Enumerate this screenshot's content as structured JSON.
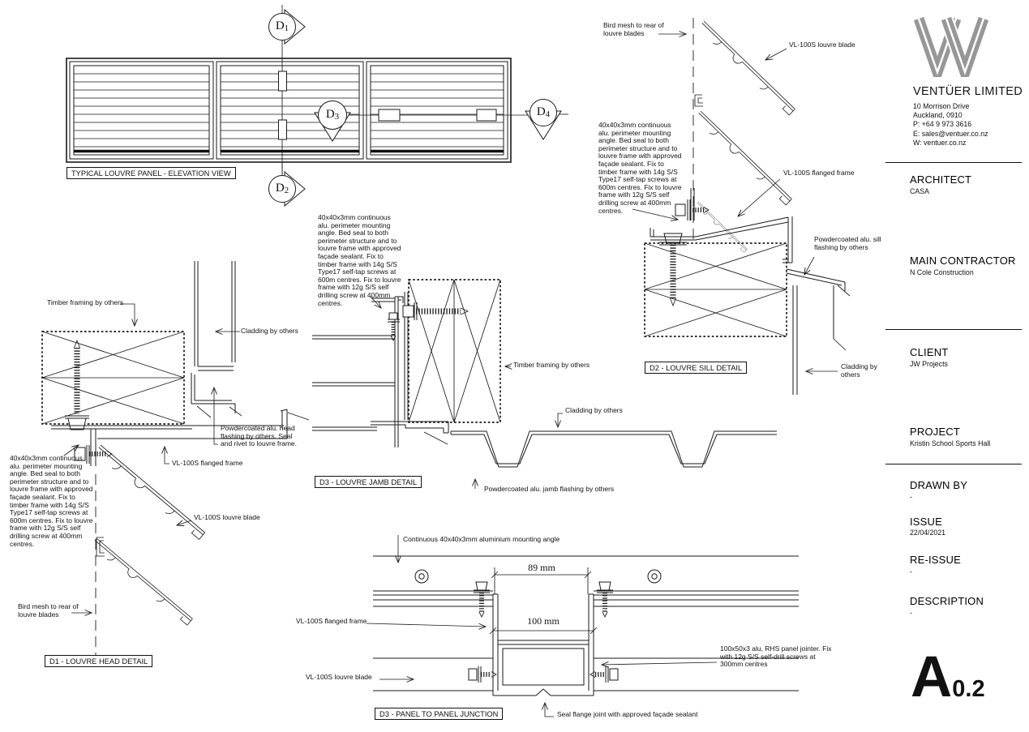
{
  "elevation": {
    "title": "TYPICAL LOUVRE PANEL - ELEVATION VIEW",
    "markers": [
      {
        "letter": "D",
        "sub": "1"
      },
      {
        "letter": "D",
        "sub": "2"
      },
      {
        "letter": "D",
        "sub": "3"
      },
      {
        "letter": "D",
        "sub": "4"
      }
    ]
  },
  "shared_notes": {
    "perimeter_angle": "40x40x3mm continuous alu. perimeter mounting angle. Bed seal to both perimeter structure and to louvre frame with approved façade sealant. Fix to timber frame with 14g S/S Type17 self-tap screws at 600m centres. Fix to louvre frame with 12g S/S self drilling screw at 400mm centres."
  },
  "details": {
    "head": {
      "title": "D1 - LOUVRE HEAD DETAIL",
      "labels": {
        "timber": "Timber framing by others",
        "cladding": "Cladding by others",
        "flashing": "Powdercoated alu. head flashing by others. Seal and rivet to louvre frame.",
        "frame": "VL-100S flanged frame",
        "blade": "VL-100S louvre blade",
        "bird_mesh": "Bird mesh to rear of louvre blades"
      }
    },
    "jamb": {
      "title": "D3 - LOUVRE JAMB DETAIL",
      "labels": {
        "timber": "Timber framing by others",
        "cladding": "Cladding by others",
        "flashing": "Powdercoated alu. jamb flashing by others"
      }
    },
    "sill": {
      "title": "D2 - LOUVRE SILL DETAIL",
      "labels": {
        "bird_mesh": "Bird mesh to rear of louvre blades",
        "blade": "VL-100S louvre blade",
        "frame": "VL-100S flanged frame",
        "flashing": "Powdercoated alu. sill flashing by others",
        "cladding": "Cladding by others"
      }
    },
    "junction": {
      "title": "D3 - PANEL TO PANEL JUNCTION",
      "labels": {
        "angle": "Continuous 40x40x3mm aluminium mounting angle",
        "frame": "VL-100S flanged frame",
        "blade": "VL-100S louvre blade",
        "jointer": "100x50x3 alu, RHS panel jointer. Fix with 12g S/S self-drill screws at 300mm centres",
        "seal": "Seal flange joint with approved façade sealant"
      },
      "dimensions": {
        "gap": "89 mm",
        "width": "100 mm"
      }
    }
  },
  "title_block": {
    "company": {
      "name": "VENTÜER LIMITED",
      "address_line1": "10 Morrison Drive",
      "address_line2": "Auckland, 0910",
      "phone": "P: +64 9 973 3616",
      "email": "E: sales@ventuer.co.nz",
      "website": "W: ventuer.co.nz"
    },
    "fields": [
      {
        "label": "ARCHITECT",
        "value": "CASA"
      },
      {
        "label": "MAIN CONTRACTOR",
        "value": "N Cole Construction"
      },
      {
        "label": "CLIENT",
        "value": "JW Projects"
      },
      {
        "label": "PROJECT",
        "value": "Kristin School Sports Hall"
      },
      {
        "label": "DRAWN BY",
        "value": "-"
      },
      {
        "label": "ISSUE",
        "value": "22/04/2021"
      },
      {
        "label": "RE-ISSUE",
        "value": "-"
      },
      {
        "label": "DESCRIPTION",
        "value": "-"
      }
    ],
    "sheet_code": {
      "letter": "A",
      "number": "0.2"
    }
  }
}
